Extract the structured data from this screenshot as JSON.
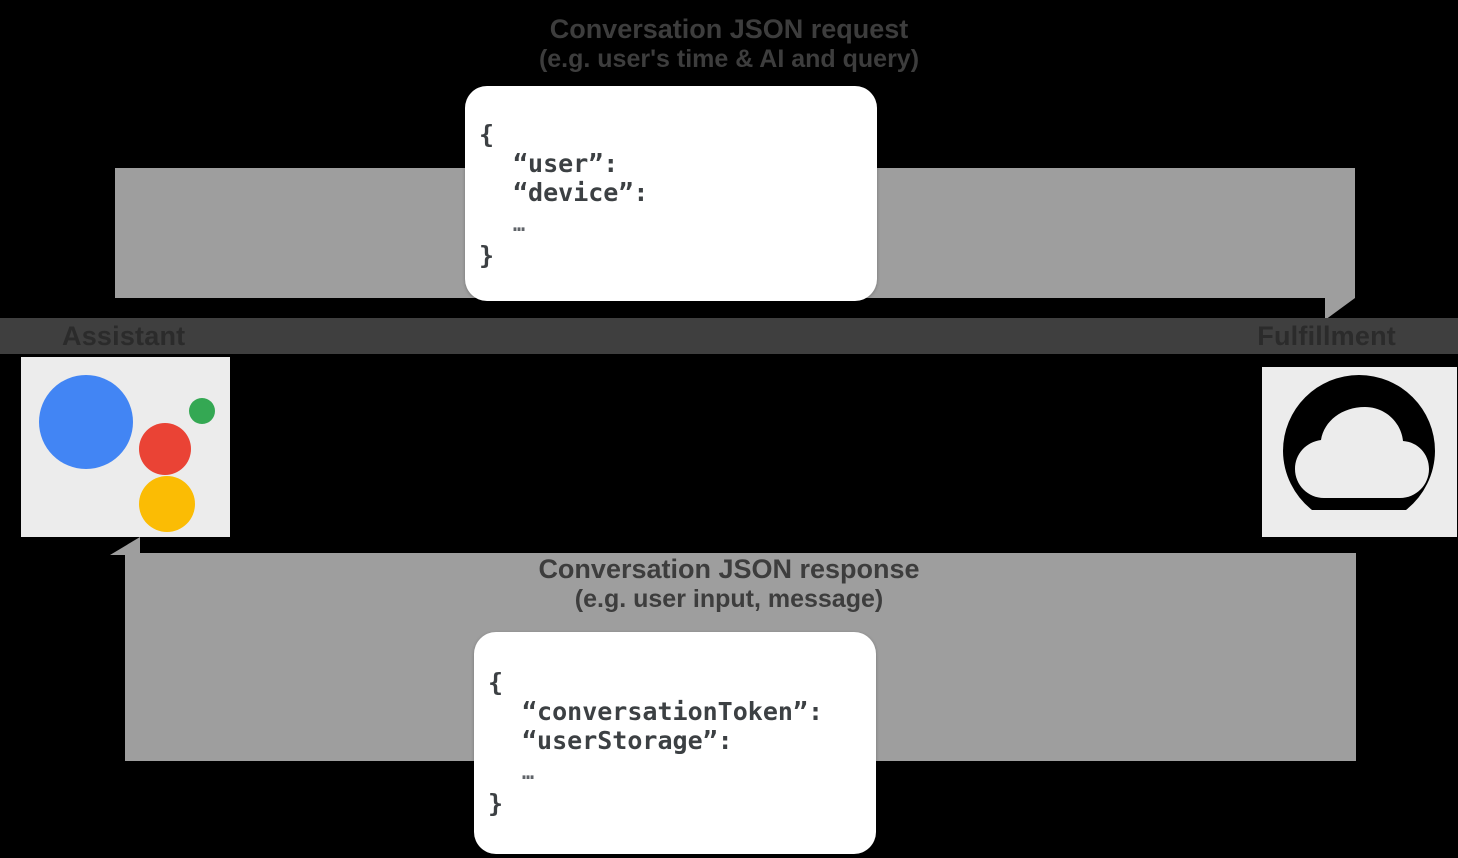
{
  "diagram": {
    "type": "sequence-flow",
    "title_top": {
      "main": "Conversation JSON request",
      "sub": "(e.g. user's time & AI and query)"
    },
    "title_bottom": {
      "main": "Conversation JSON response",
      "sub": "(e.g. user input, message)"
    },
    "endpoints": {
      "left_label": "Assistant",
      "right_label": "Fulfillment"
    },
    "nodes": [
      {
        "id": "assistant",
        "icon": "google-assistant-logo",
        "label": "Assistant"
      },
      {
        "id": "fulfillment",
        "icon": "cloud-functions-icon",
        "label": "Fulfillment"
      }
    ],
    "request_json": {
      "open_brace": "{",
      "lines": [
        "“user”:",
        "“device”:"
      ],
      "ellipsis": "…",
      "close_brace": "}"
    },
    "response_json": {
      "open_brace": "{",
      "lines": [
        "“conversationToken”:",
        "“userStorage”:"
      ],
      "ellipsis": "…",
      "close_brace": "}"
    },
    "colors": {
      "background": "#000000",
      "arrow_band": "#9e9e9e",
      "divider_bar": "#3f3f3f",
      "tile": "#ececec",
      "card": "#ffffff",
      "code_text": "#3c4043",
      "caption_text": "#3d3d3d",
      "assistant_blue": "#4285f4",
      "assistant_red": "#ea4335",
      "assistant_green": "#34a853",
      "assistant_yellow": "#fbbc04",
      "cloud_dark": "#000000"
    }
  }
}
